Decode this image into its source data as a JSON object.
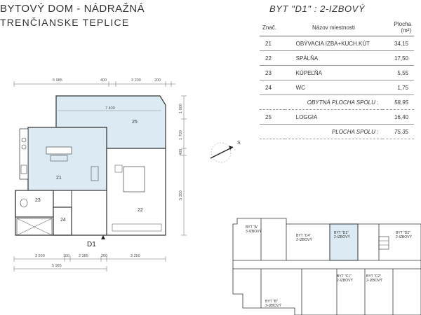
{
  "title": {
    "line1": "BYTOVÝ DOM - NÁDRAŽNÁ",
    "line2": "TRENČIANSKE TEPLICE"
  },
  "apartment": {
    "heading": "BYT \"D1\" : 2-IZBOVÝ",
    "plan_label": "D1"
  },
  "area_table": {
    "headers": {
      "no": "Znač.",
      "name": "Názov miestnosti",
      "area": "Plocha (m²)"
    },
    "rows": [
      {
        "no": "21",
        "name": "OBÝVACIA IZBA+KUCH.KÚT",
        "area": "34,15"
      },
      {
        "no": "22",
        "name": "SPÁLŇA",
        "area": "17,50"
      },
      {
        "no": "23",
        "name": "KÚPEĽŇA",
        "area": "5,55"
      },
      {
        "no": "24",
        "name": "WC",
        "area": "1,75"
      }
    ],
    "living_total": {
      "label": "OBYTNÁ PLOCHA SPOLU :",
      "area": "58,95"
    },
    "loggia": {
      "no": "25",
      "name": "LOGGIA",
      "area": "16,40"
    },
    "grand_total": {
      "label": "PLOCHA SPOLU :",
      "area": "75,35"
    }
  },
  "rooms": {
    "r21": "21",
    "r22": "22",
    "r23": "23",
    "r24": "24",
    "r25": "25"
  },
  "dimensions": {
    "top": [
      "5 985",
      "400",
      "3 200",
      "200"
    ],
    "loggia_width": "7 400",
    "bottom_row1": [
      "3 500",
      "100",
      "2 385",
      "200",
      "3 250"
    ],
    "bottom_row2": "5 985",
    "right": [
      "1 600",
      "1 700",
      "400",
      "5 350"
    ]
  },
  "compass": {
    "label": "S"
  },
  "key_plan": {
    "units": [
      {
        "name": "BYT \"A\"",
        "type": "3-IZBOVÝ"
      },
      {
        "name": "BYT \"C4\"",
        "type": "2-IZBOVÝ"
      },
      {
        "name": "BYT \"D1\"",
        "type": "2-IZBOVÝ"
      },
      {
        "name": "BYT \"D2\"",
        "type": "2-IZBOVÝ"
      },
      {
        "name": "BYT \"C1\"",
        "type": "2-IZBOVÝ"
      },
      {
        "name": "BYT \"C2\"",
        "type": "2-IZBOVÝ"
      },
      {
        "name": "BYT \"B\"",
        "type": "3-IZBOVÝ"
      }
    ]
  },
  "colors": {
    "highlight": "#dcebf3",
    "wall": "#333333",
    "line": "#666666"
  }
}
